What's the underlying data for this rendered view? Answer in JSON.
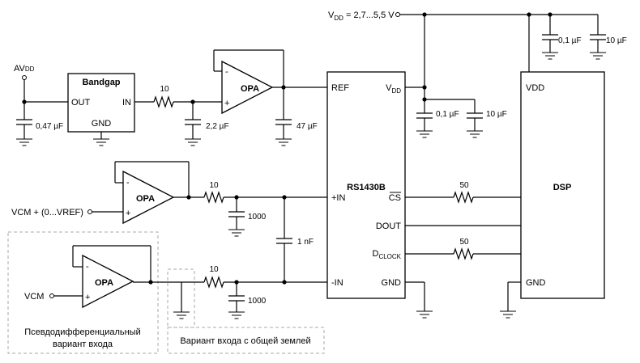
{
  "supply": {
    "vdd_main": "V",
    "vdd_sub": "DD",
    "vdd_range": " = 2,7...5,5 V",
    "avdd": "AV",
    "avdd_sub": "DD"
  },
  "bandgap": {
    "title": "Bandgap",
    "out": "OUT",
    "in": "IN",
    "gnd": "GND"
  },
  "opa_label": "OPA",
  "opa_minus": "-",
  "opa_plus": "+",
  "adc": {
    "title": "RS1430B",
    "ref": "REF",
    "vdd_main": "V",
    "vdd_sub": "DD",
    "in_plus": "+IN",
    "in_minus": "-IN",
    "cs": "CS",
    "dout": "DOUT",
    "dclock_main": "D",
    "dclock_sub": "CLOCK",
    "gnd": "GND"
  },
  "dsp": {
    "title": "DSP",
    "vdd": "VDD",
    "gnd": "GND"
  },
  "components": {
    "c_avdd": "0,47 µF",
    "r_ref": "10",
    "c_opa_in": "2,2 µF",
    "c_ref": "47 µF",
    "c_adc_vdd1": "0,1 µF",
    "c_adc_vdd2": "10 µF",
    "c_dsp_vdd1": "0,1 µF",
    "c_dsp_vdd2": "10 µF",
    "r_in_plus": "10",
    "c_in_plus": "1000",
    "c_diff": "1 nF",
    "r_in_minus": "10",
    "c_in_minus": "1000",
    "r_cs": "50",
    "r_dclock": "50"
  },
  "inputs": {
    "vcm_plus": "VCM + (0...VREF)",
    "vcm": "VCM"
  },
  "notes": {
    "pseudo_line1": "Псевдодифференциальный",
    "pseudo_line2": "вариант входа",
    "common_ground": "Вариант входа с общей землей"
  }
}
